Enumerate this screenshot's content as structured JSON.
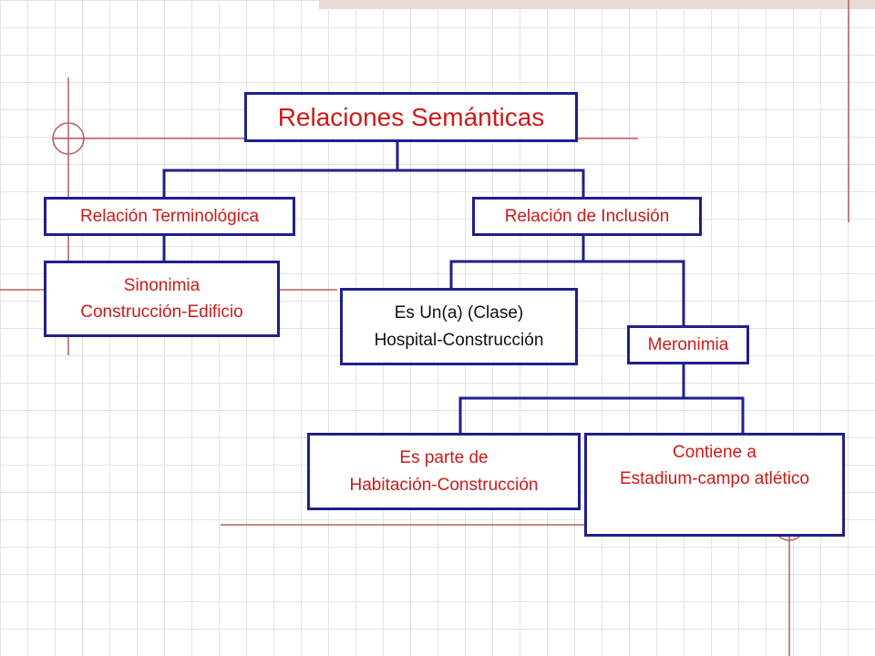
{
  "diagram": {
    "root": {
      "label": "Relaciones Semánticas"
    },
    "terminologica": {
      "label": "Relación Terminológica"
    },
    "inclusion": {
      "label": "Relación de Inclusión"
    },
    "sinonimia": {
      "title": "Sinonimia",
      "example": "Construcción-Edificio"
    },
    "es_un": {
      "title": "Es Un(a) (Clase)",
      "example": "Hospital-Construcción"
    },
    "meronimia": {
      "label": "Meronimia"
    },
    "es_parte": {
      "title": "Es parte de",
      "example": "Habitación-Construcción"
    },
    "contiene": {
      "title": "Contiene a",
      "example": "Estadium-campo atlético"
    }
  },
  "colors": {
    "box_border": "#1f1f8f",
    "connector": "#1f1f8f",
    "heading_text": "#cc1a1a",
    "body_text": "#111111",
    "decoration": "#b85c5c"
  }
}
